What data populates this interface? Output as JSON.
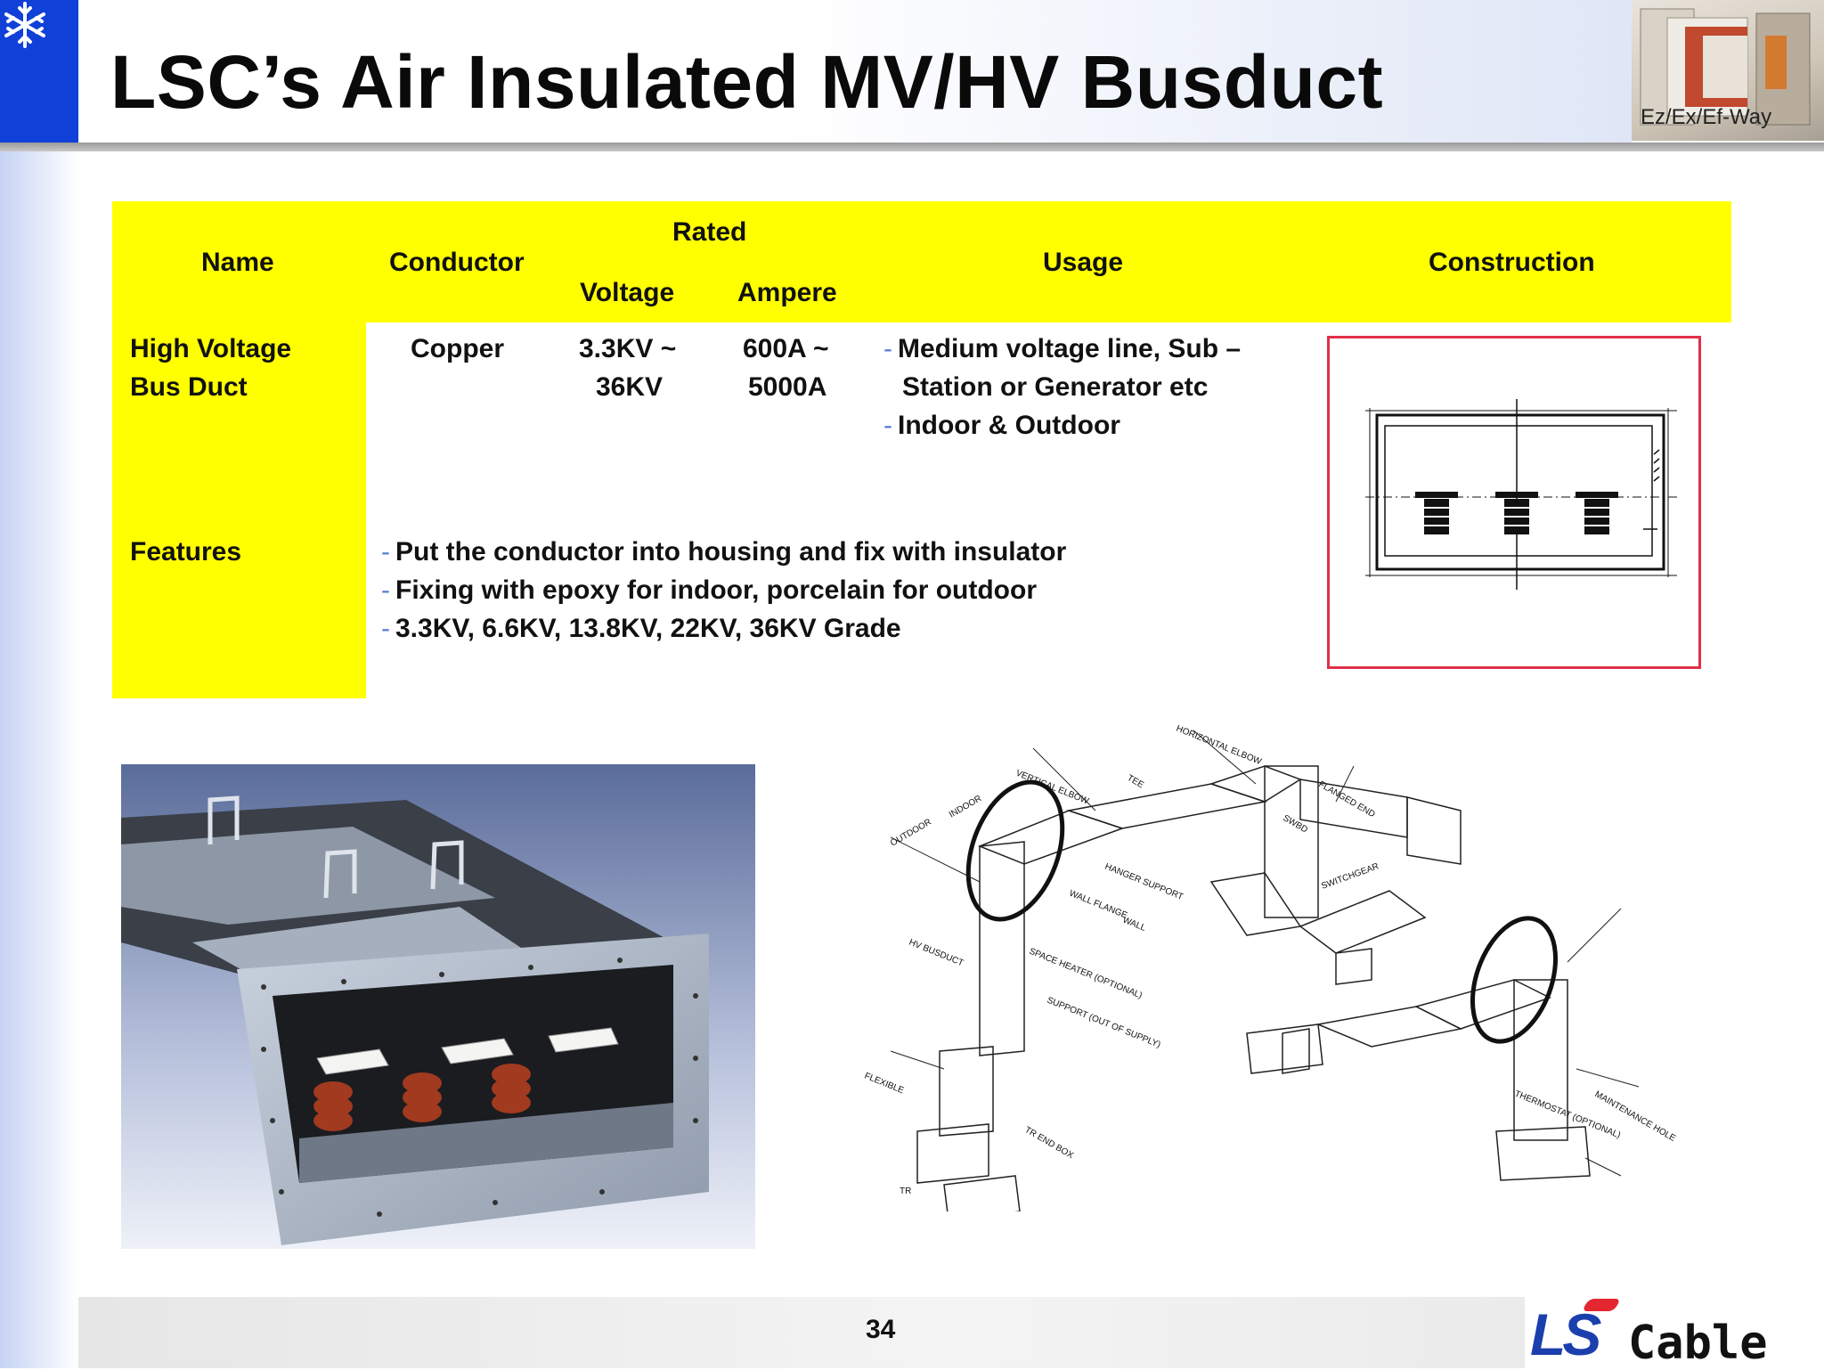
{
  "title": "LSC’s Air Insulated MV/HV Busduct",
  "thumbnail": {
    "caption": "Ez/Ex/Ef-Way"
  },
  "table": {
    "headers": {
      "name": "Name",
      "conductor": "Conductor",
      "rated": "Rated",
      "voltage": "Voltage",
      "ampere": "Ampere",
      "usage": "Usage",
      "construction": "Construction"
    },
    "row": {
      "name_line1": "High Voltage",
      "name_line2": "Bus Duct",
      "conductor": "Copper",
      "voltage_line1": "3.3KV ~",
      "voltage_line2": "36KV",
      "ampere_line1": "600A ~",
      "ampere_line2": "5000A",
      "usage_bullet": "-",
      "usage_line1": "Medium voltage line, Sub –",
      "usage_line2": "Station or Generator etc",
      "usage_line3": "Indoor & Outdoor"
    },
    "features": {
      "label": "Features",
      "bullet": "-",
      "items": [
        "Put the conductor into housing and fix with insulator",
        "Fixing with epoxy for indoor, porcelain for outdoor",
        "3.3KV, 6.6KV, 13.8KV, 22KV, 36KV Grade"
      ]
    }
  },
  "diagram_labels": [
    "HORIZONTAL ELBOW",
    "VERTICAL ELBOW",
    "TEE",
    "FLANGED END",
    "OUTDOOR",
    "INDOOR",
    "HANGER SUPPORT",
    "WALL FLANGE",
    "WALL",
    "SWITCHGEAR",
    "SWBD",
    "HV BUSDUCT",
    "SPACE HEATER (OPTIONAL)",
    "SUPPORT (OUT OF SUPPLY)",
    "FLEXIBLE",
    "TR END BOX",
    "TR",
    "THERMOSTAT (OPTIONAL)",
    "MAINTENANCE HOLE"
  ],
  "page_number": "34",
  "brand": {
    "ls": "LS",
    "cable": "Cable"
  },
  "colors": {
    "header_fill": "#ffff00",
    "logo_blue": "#1040d8",
    "frame_red": "#e0304a"
  }
}
